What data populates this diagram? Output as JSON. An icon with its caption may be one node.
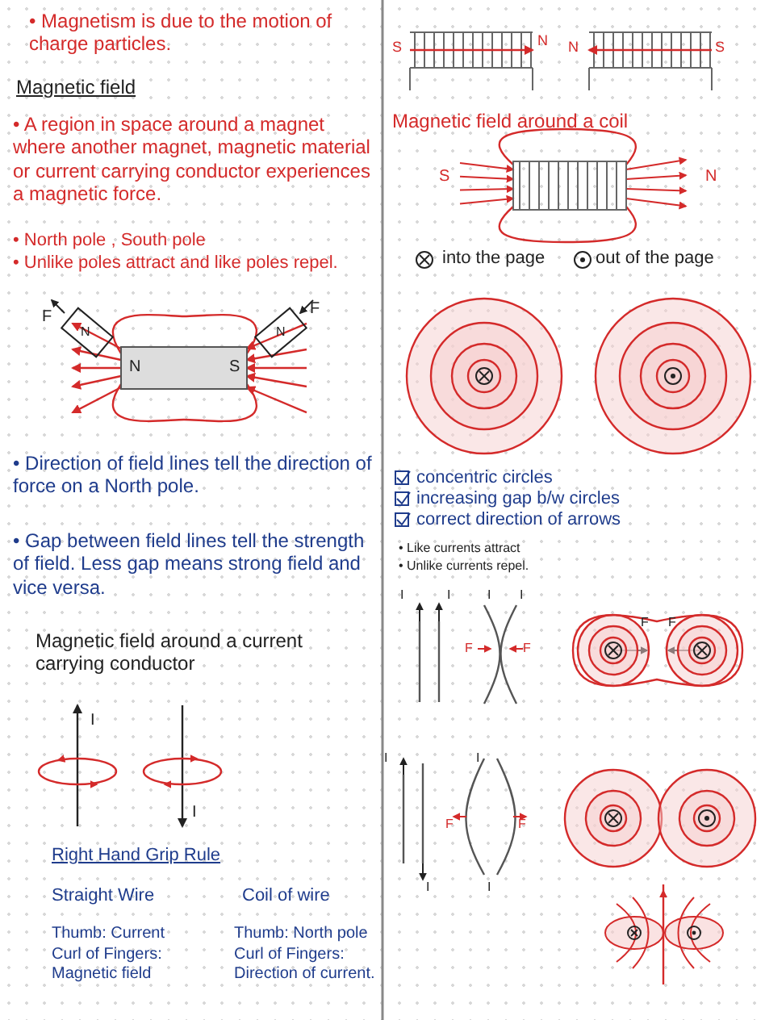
{
  "diagram": {
    "labels": [
      "• Magnetism is due to the motion of charge particles.",
      "Magnetic field",
      "• A region in space around a magnet where another magnet, magnetic material or current carrying conductor experiences a magnetic force.",
      "• North pole , South pole",
      "• Unlike poles attract and like poles repel.",
      "F",
      "N",
      "F",
      "N",
      "N",
      "S",
      "• Direction of field lines tell the direction of force on a North pole.",
      "• Gap between field lines tell the strength of field. Less gap means strong field and vice versa.",
      "Magnetic field around a current carrying conductor",
      "I",
      "I",
      "Right Hand Grip Rule",
      "Straight Wire",
      "Coil of wire",
      "Thumb: Current",
      "Thumb: North pole",
      "Curl of Fingers: Magnetic field",
      "Curl of Fingers: Direction of current.",
      "S",
      "N",
      "N",
      "S",
      "Magnetic field around a coil",
      "S",
      "N",
      "into the page",
      "out of the page",
      "concentric circles",
      "increasing gap b/w circles",
      "correct direction of arrows",
      "• Like currents attract",
      "• Unlike currents repel.",
      "I",
      "I",
      "I",
      "I",
      "F",
      "F",
      "F",
      "F",
      "I",
      "I",
      "F",
      "F",
      "I",
      "I"
    ]
  }
}
